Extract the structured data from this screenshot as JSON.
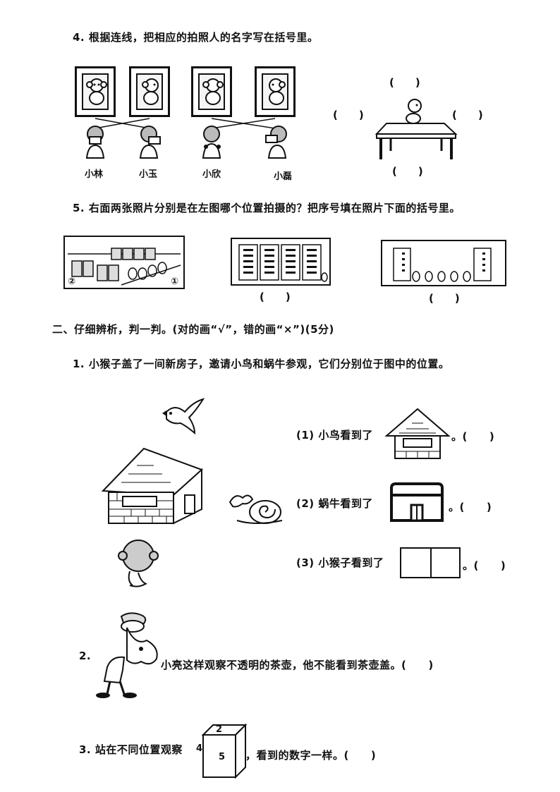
{
  "q4": {
    "title": "4. 根据连线，把相应的拍照人的名字写在括号里。",
    "names": [
      "小林",
      "小玉",
      "小欣",
      "小磊"
    ],
    "paren": "(　　)"
  },
  "q5": {
    "title": "5. 右面两张照片分别是在左图哪个位置拍摄的？把序号填在照片下面的括号里。",
    "marker_left": "②",
    "marker_right": "①",
    "paren": "(　　)"
  },
  "section2": {
    "title": "二、仔细辨析，判一判。(对的画“√”，错的画“×”)(5分)"
  },
  "j1": {
    "title": "1. 小猴子盖了一间新房子，邀请小鸟和蜗牛参观，它们分别位于图中的位置。",
    "items": [
      {
        "prefix": "(1) 小鸟看到了",
        "suffix": "。(　　)"
      },
      {
        "prefix": "(2) 蜗牛看到了",
        "suffix": "。(　　)"
      },
      {
        "prefix": "(3) 小猴子看到了",
        "suffix": "。(　　)"
      }
    ]
  },
  "j2": {
    "number": "2.",
    "text": "小亮这样观察不透明的茶壶，他不能看到茶壶盖。(　　)"
  },
  "j3": {
    "prefix": "3. 站在不同位置观察",
    "suffix": "，看到的数字一样。(　　)",
    "cube_top": "2",
    "cube_left": "4",
    "cube_front": "5"
  }
}
